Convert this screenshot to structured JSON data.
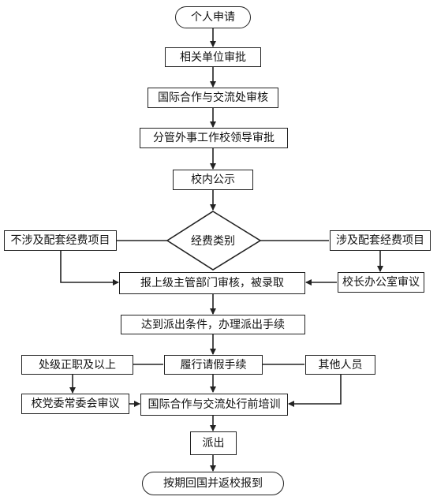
{
  "flowchart": {
    "start": "个人申请",
    "step1": "相关单位审批",
    "step2": "国际合作与交流处审核",
    "step3": "分管外事工作校领导审批",
    "step4": "校内公示",
    "decision": "经费类别",
    "left_branch": "不涉及配套经费项目",
    "right_branch": "涉及配套经费项目",
    "right_review": "校长办公室审议",
    "step5": "报上级主管部门审核，被录取",
    "step6": "达到派出条件，办理派出手续",
    "step7": "履行请假手续",
    "left_group": "处级正职及以上",
    "right_group": "其他人员",
    "left_review": "校党委常委会审议",
    "training": "国际合作与交流处行前培训",
    "dispatch": "派出",
    "end": "按期回国并返校报到"
  }
}
